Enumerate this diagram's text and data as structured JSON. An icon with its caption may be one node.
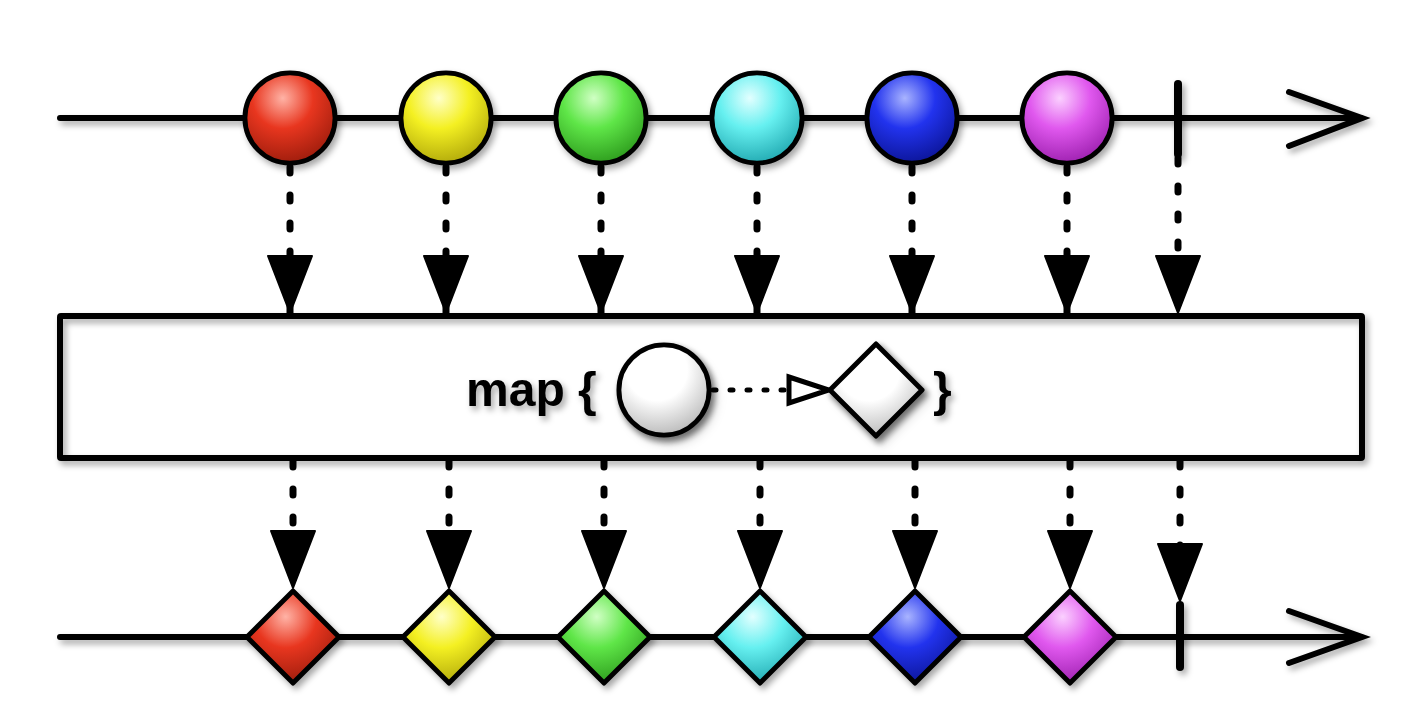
{
  "diagram": {
    "nodes": [
      {
        "text": [],
        "shape": "circle"
      },
      {
        "text": [],
        "shape": "circle"
      },
      {
        "text": [],
        "shape": "circle"
      },
      {
        "text": [],
        "shape": "circle"
      },
      {
        "text": [],
        "shape": "circle"
      },
      {
        "text": [],
        "shape": "circle"
      },
      {
        "text": [],
        "shape": "bar"
      },
      {
        "text": [
          "map {",
          "}"
        ]
      },
      {
        "text": [],
        "shape": "circle",
        "in": 7
      },
      {
        "text": [],
        "shape": "diamond",
        "in": 7
      },
      {
        "text": [],
        "shape": "diamond"
      },
      {
        "text": [],
        "shape": "diamond"
      },
      {
        "text": [],
        "shape": "diamond"
      },
      {
        "text": [],
        "shape": "diamond"
      },
      {
        "text": [],
        "shape": "diamond"
      },
      {
        "text": [],
        "shape": "diamond"
      },
      {
        "text": [],
        "shape": "bar"
      }
    ],
    "edges": [
      {
        "from": 0,
        "to": 7,
        "arrow": "to",
        "style": "dashed"
      },
      {
        "from": 1,
        "to": 7,
        "arrow": "to",
        "style": "dashed"
      },
      {
        "from": 2,
        "to": 7,
        "arrow": "to",
        "style": "dashed"
      },
      {
        "from": 3,
        "to": 7,
        "arrow": "to",
        "style": "dashed"
      },
      {
        "from": 4,
        "to": 7,
        "arrow": "to",
        "style": "dashed"
      },
      {
        "from": 5,
        "to": 7,
        "arrow": "to",
        "style": "dashed"
      },
      {
        "from": 6,
        "to": 7,
        "arrow": "to",
        "style": "dashed"
      },
      {
        "from": 8,
        "to": 9,
        "arrow": "to",
        "style": "dashed"
      },
      {
        "from": 7,
        "to": 10,
        "arrow": "to",
        "style": "dashed"
      },
      {
        "from": 7,
        "to": 11,
        "arrow": "to",
        "style": "dashed"
      },
      {
        "from": 7,
        "to": 12,
        "arrow": "to",
        "style": "dashed"
      },
      {
        "from": 7,
        "to": 13,
        "arrow": "to",
        "style": "dashed"
      },
      {
        "from": 7,
        "to": 14,
        "arrow": "to",
        "style": "dashed"
      },
      {
        "from": 7,
        "to": 15,
        "arrow": "to",
        "style": "dashed"
      },
      {
        "from": 7,
        "to": 16,
        "arrow": "to",
        "style": "dashed"
      }
    ]
  }
}
